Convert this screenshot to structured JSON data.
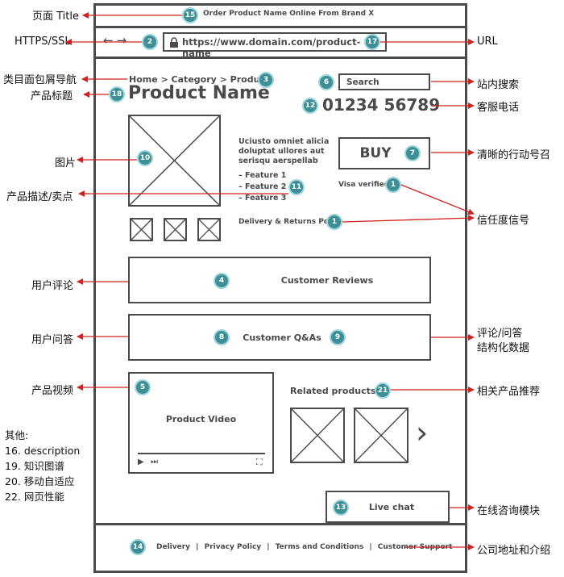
{
  "window": {
    "title": "Order Product Name Online From Brand X",
    "title_badge": "15"
  },
  "browser": {
    "back": "←",
    "forward": "→",
    "url": "https://www.domain.com/product-name",
    "ssl_badge": "2",
    "url_badge": "17"
  },
  "breadcrumb": {
    "text": "Home > Category > Product",
    "badge": "3"
  },
  "product": {
    "name": "Product Name",
    "name_badge": "18"
  },
  "search": {
    "placeholder": "Search",
    "badge": "6"
  },
  "phone": {
    "number": "01234 56789",
    "badge": "12"
  },
  "image": {
    "badge": "10"
  },
  "description": {
    "lines": [
      "Uciusto omniet alicia",
      "doluptat ullores aut",
      "serisqu aerspellab"
    ],
    "features": [
      "–   Feature 1",
      "–   Feature 2",
      "–   Feature 3"
    ],
    "badge": "11"
  },
  "buy": {
    "label": "BUY",
    "badge": "7"
  },
  "trust": {
    "visa": "Visa verified",
    "visa_badge": "1",
    "delivery": "Delivery & Returns Policy",
    "delivery_badge": "1"
  },
  "reviews": {
    "label": "Customer Reviews",
    "badge": "4"
  },
  "qa": {
    "label": "Customer Q&As",
    "badge_left": "8",
    "badge_right": "9"
  },
  "video": {
    "label": "Product Video",
    "badge": "5",
    "play": "▶",
    "next": "⏭",
    "fullscreen": "⛶"
  },
  "related": {
    "label": "Related products",
    "badge": "21",
    "next": "›"
  },
  "livechat": {
    "label": "Live chat",
    "badge": "13"
  },
  "footer": {
    "badge": "14",
    "links": [
      "Delivery",
      "Privacy Policy",
      "Terms and Conditions",
      "Customer Support"
    ],
    "sep": "|"
  },
  "annotations": {
    "left": {
      "title": "页面 Title",
      "https": "HTTPS/SSL",
      "breadcrumb": "类目面包屑导航",
      "product_title": "产品标题",
      "image": "图片",
      "description": "产品描述/卖点",
      "reviews": "用户评论",
      "qa": "用户问答",
      "video": "产品视频"
    },
    "right": {
      "url": "URL",
      "search": "站内搜索",
      "phone": "客服电话",
      "cta": "清晰的行动号召",
      "trust": "信任度信号",
      "qa_struct_1": "评论/问答",
      "qa_struct_2": "结构化数据",
      "related": "相关产品推荐",
      "livechat": "在线咨询模块",
      "footer": "公司地址和介绍"
    },
    "other": {
      "heading": "其他:",
      "items": [
        "16. description",
        "19. 知识图谱",
        "20. 移动自适应",
        "22. 网页性能"
      ]
    }
  },
  "colors": {
    "frame": "#4a4a4a",
    "badge": "#3e8e96",
    "arrow": "#d0231f"
  }
}
